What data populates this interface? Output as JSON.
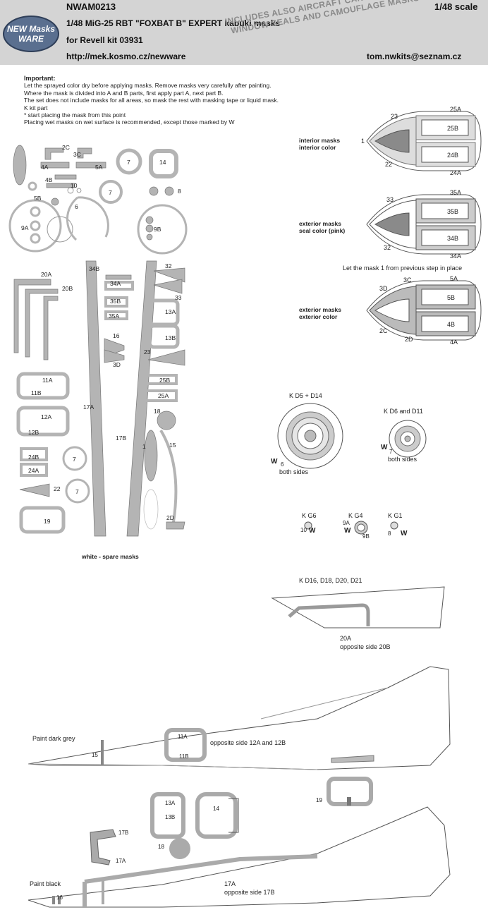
{
  "header": {
    "code": "NWAM0213",
    "scale": "1/48 scale",
    "title": "1/48  MiG-25 RBT \"FOXBAT B\"  EXPERT kabuki masks",
    "kit": "for Revell kit 03931",
    "url": "http://mek.kosmo.cz/newware",
    "email": "tom.nwkits@seznam.cz",
    "logo_line1": "NEW Masks",
    "logo_line2": "WARE",
    "includes_line1": "INCLUDES ALSO AIRCRAFT CANOPY INTERIOR,",
    "includes_line2": "WINDOW SEALS AND CAMOUFLAGE MASKS"
  },
  "instructions": {
    "heading": "Important:",
    "lines": [
      "Let the sprayed color dry before applying masks. Remove masks very carefully after painting.",
      "Where the mask is divided into A and B parts, first apply part A, next part B.",
      "The set does not include masks for all areas, so mask the rest with masking tape or liquid mask.",
      "K  kit part",
      "*  start placing the mask from this point",
      "Placing wet masks on wet surface is recommended, except those marked by W"
    ]
  },
  "sheet": {
    "spare_note": "white - spare masks",
    "labels": [
      "2C",
      "3C",
      "4A",
      "5A",
      "4B",
      "10",
      "5B",
      "6",
      "7",
      "14",
      "8",
      "9A",
      "9B",
      "7",
      "34B",
      "34A",
      "35B",
      "35A",
      "16",
      "3D",
      "20A",
      "20B",
      "32",
      "33",
      "13A",
      "13B",
      "23",
      "25B",
      "25A",
      "11A",
      "11B",
      "12A",
      "12B",
      "17A",
      "17B",
      "18",
      "1",
      "15",
      "24B",
      "24A",
      "7",
      "7",
      "22",
      "19",
      "2D"
    ]
  },
  "canopy": {
    "interior_line1": "interior masks",
    "interior_line2": "interior color",
    "seal_line1": "exterior masks",
    "seal_line2": "seal color (pink)",
    "exterior_line1": "exterior masks",
    "exterior_line2": "exterior color",
    "step_note": "Let the mask 1 from previous step in place",
    "d1": {
      "n1": "23",
      "n2": "25A",
      "n3": "25B",
      "n4": "24B",
      "n5": "22",
      "n6": "24A",
      "n7": "1"
    },
    "d2": {
      "n1": "33",
      "n2": "35A",
      "n3": "35B",
      "n4": "34B",
      "n5": "32",
      "n6": "34A"
    },
    "d3": {
      "n1": "3D",
      "n2": "3C",
      "n3": "5A",
      "n4": "5B",
      "n5": "4B",
      "n6": "2C",
      "n7": "2D",
      "n8": "4A"
    }
  },
  "wheels": {
    "w1_title": "K D5 + D14",
    "w1_mask": "6",
    "w1_note": "both sides",
    "w2_title": "K D6 and D11",
    "w2_mask": "7",
    "w2_note": "both sides",
    "g6_title": "K G6",
    "g6_mask": "10",
    "g4_title": "K G4",
    "g4_m1": "9A",
    "g4_m2": "9B",
    "g1_title": "K G1",
    "g1_mask": "8",
    "w_mark": "W"
  },
  "parts": {
    "fin_title": "K D16, D18, D20, D21",
    "fin_mask": "20A",
    "fin_note": "opposite side 20B",
    "dark_grey": "Paint dark grey",
    "n15": "15",
    "n11a": "11A",
    "n11b": "11B",
    "opp12": "opposite side 12A and 12B",
    "n19": "19",
    "n13a": "13A",
    "n13b": "13B",
    "n14": "14",
    "n17b": "17B",
    "n17a": "17A",
    "n18": "18",
    "paint_black": "Paint black",
    "n16": "16",
    "n17a2": "17A",
    "opp17": "opposite side 17B"
  }
}
